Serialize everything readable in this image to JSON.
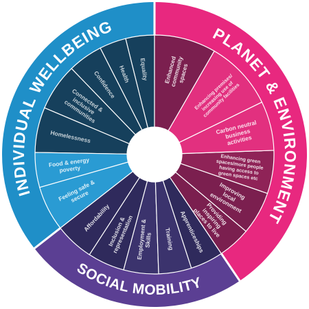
{
  "colors": {
    "wellbeing_ring": "#1f8fc8",
    "planet_ring": "#e8287f",
    "social_ring": "#5b3f93",
    "wellbeing_dark": "#16405c",
    "wellbeing_light": "#2a9bd3",
    "planet_dark": "#7b1f4f",
    "planet_bright": "#e2307f",
    "planet_mid": "#8f2357",
    "social_dark": "#2f2a5c",
    "social_mid": "#3b336d",
    "divider": "#ffffff",
    "hub": "#ffffff"
  },
  "rings": {
    "wellbeing": "INDIVIDUAL WELLBEING",
    "planet": "PLANET & ENVIRONMENT",
    "social": "SOCIAL MOBILITY"
  },
  "segments": [
    {
      "id": "equality",
      "label": "Equality",
      "group": "wellbeing"
    },
    {
      "id": "health",
      "label": "Health",
      "group": "wellbeing"
    },
    {
      "id": "confidence",
      "label": "Confidence",
      "group": "wellbeing"
    },
    {
      "id": "connected",
      "label": "Connected & inclusive communities",
      "group": "wellbeing"
    },
    {
      "id": "homelessness",
      "label": "Homelessness",
      "group": "wellbeing"
    },
    {
      "id": "food",
      "label": "Food & energy poverty",
      "group": "wellbeing"
    },
    {
      "id": "feeling-safe",
      "label": "Feeling safe & secure",
      "group": "wellbeing"
    },
    {
      "id": "affordability",
      "label": "Affordability",
      "group": "social"
    },
    {
      "id": "inclusion",
      "label": "Inclusion & representation",
      "group": "social"
    },
    {
      "id": "employment",
      "label": "Employment & Skills",
      "group": "social"
    },
    {
      "id": "training",
      "label": "Training",
      "group": "social"
    },
    {
      "id": "apprenticeships",
      "label": "Apprenticeships",
      "group": "social"
    },
    {
      "id": "inspiring",
      "label": "Providing inspiring places to live",
      "group": "planet"
    },
    {
      "id": "local-env",
      "label": "Improving local environment",
      "group": "planet"
    },
    {
      "id": "green-spaces",
      "label": "Enhancing green spaces/more people having access to green spaces etc",
      "group": "planet"
    },
    {
      "id": "carbon",
      "label": "Carbon neutral business activities",
      "group": "planet"
    },
    {
      "id": "premises",
      "label": "Enhancing premises/ increasing use of community facilities",
      "group": "planet"
    },
    {
      "id": "community-spaces",
      "label": "Enhanced community spaces",
      "group": "planet"
    }
  ]
}
